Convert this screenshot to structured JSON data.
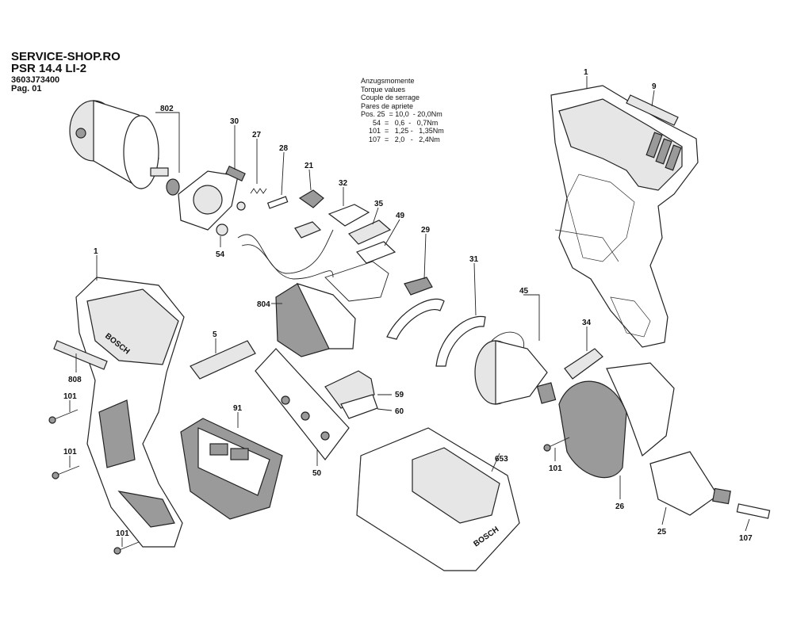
{
  "header": {
    "shop": "SERVICE-SHOP.RO",
    "model": "PSR 14.4 LI-2",
    "part_number": "3603J73400",
    "page": "Pag. 01"
  },
  "torque": {
    "lines": [
      "Anzugsmomente",
      "Torque values",
      "Couple de serrage",
      "Pares de apriete",
      "Pos. 25  = 10,0  - 20,0Nm",
      "      54  =   0,6  -   0,7Nm",
      "    101  =   1,25 -   1,35Nm",
      "    107  =   2,0   -   2,4Nm"
    ]
  },
  "callouts": {
    "c1_top": "1",
    "c9": "9",
    "c802": "802",
    "c30": "30",
    "c27": "27",
    "c28": "28",
    "c21": "21",
    "c32": "32",
    "c35": "35",
    "c49": "49",
    "c29": "29",
    "c31": "31",
    "c45": "45",
    "c54": "54",
    "c1_left": "1",
    "c804": "804",
    "c5": "5",
    "c808": "808",
    "c101_a": "101",
    "c101_b": "101",
    "c101_c": "101",
    "c101_d": "101",
    "c91": "91",
    "c59": "59",
    "c60": "60",
    "c50": "50",
    "c653": "653",
    "c34": "34",
    "c26": "26",
    "c25": "25",
    "c107": "107"
  },
  "brand": {
    "housing_logo": "BOSCH",
    "charger_logo": "BOSCH"
  }
}
